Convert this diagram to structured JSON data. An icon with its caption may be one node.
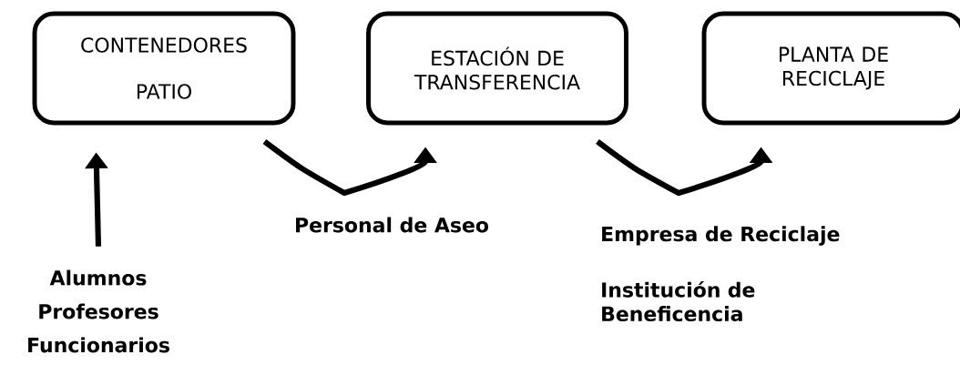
{
  "diagram": {
    "nodes": [
      {
        "text": [
          "CONTENEDORES",
          "PATIO"
        ]
      },
      {
        "text": [
          "ESTACIÓN DE TRANSFERENCIA"
        ]
      },
      {
        "text": [
          "PLANTA DE RECICLAJE"
        ]
      },
      {
        "text": [
          "Alumnos",
          "Profesores",
          "Funcionarios"
        ]
      }
    ],
    "edges": [
      {
        "from": 3,
        "to": 0,
        "arrow": "to"
      },
      {
        "from": 0,
        "to": 1,
        "arrow": "to",
        "label": "Personal de Aseo"
      },
      {
        "from": 1,
        "to": 2,
        "arrow": "to",
        "label": "Empresa de Reciclaje"
      }
    ],
    "labels": [
      "Institución de Beneficencia"
    ]
  }
}
